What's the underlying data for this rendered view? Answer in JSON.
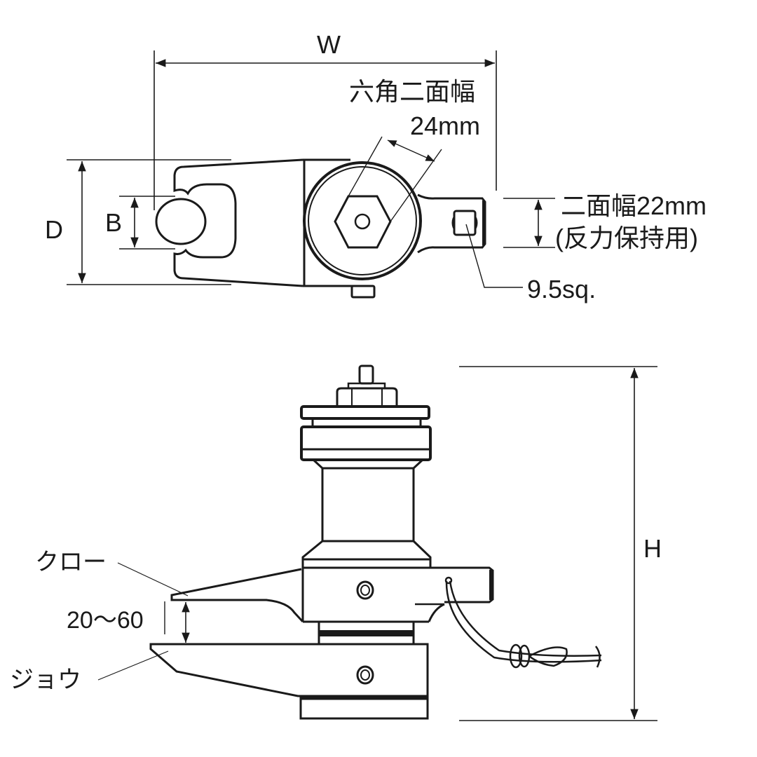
{
  "top_view": {
    "width_label": "W",
    "depth_label": "D",
    "opening_label": "B",
    "hex_label_line1": "六角二面幅",
    "hex_label_line2": "24mm",
    "reaction_label_line1": "二面幅22mm",
    "reaction_label_line2": "(反力保持用)",
    "square_drive_label": "9.5sq."
  },
  "side_view": {
    "height_label": "H",
    "claw_label": "クロー",
    "range_label": "20〜60",
    "jaw_label": "ジョウ"
  },
  "colors": {
    "line": "#1a1a1a",
    "dim_line": "#333333",
    "background": "#ffffff"
  }
}
